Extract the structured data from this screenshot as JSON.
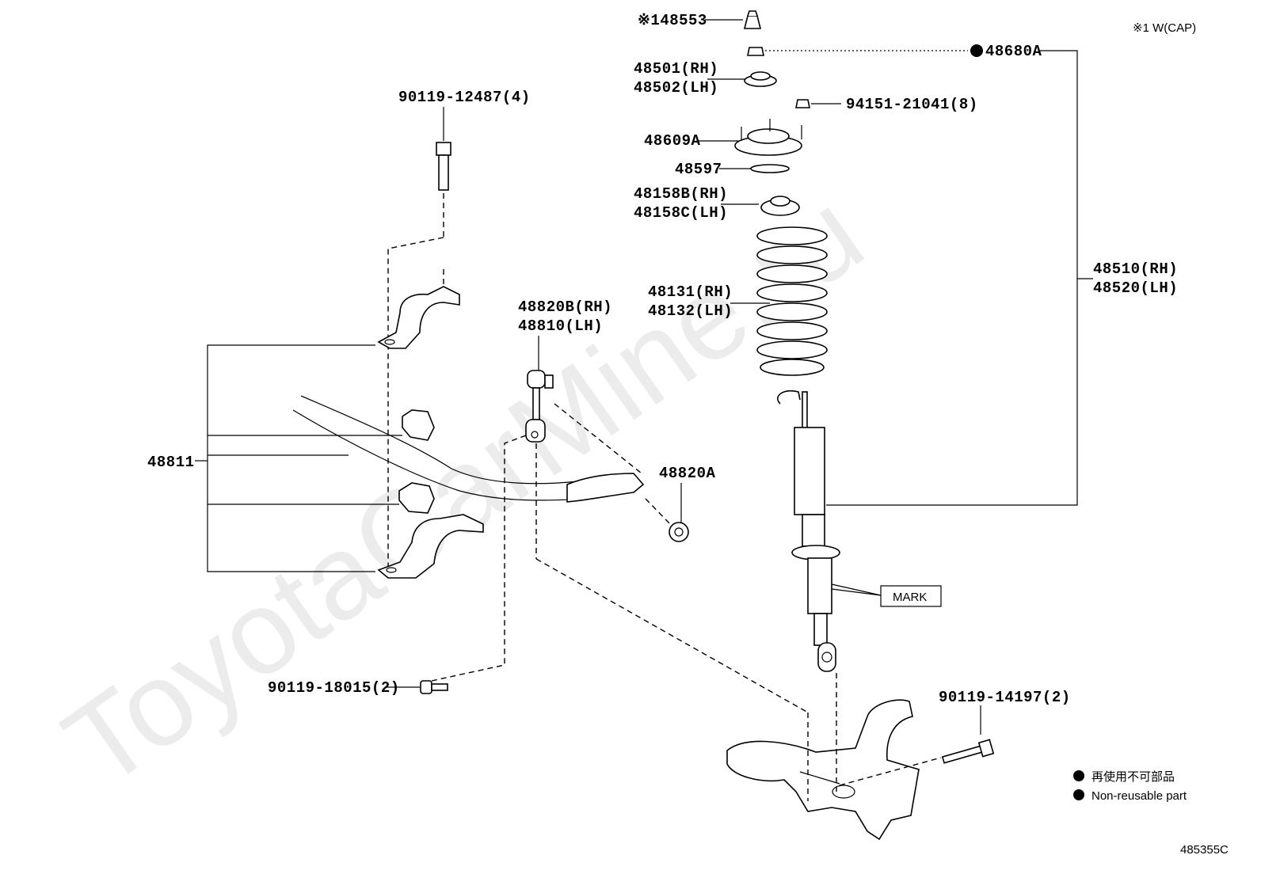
{
  "watermark": "ToyotaCarMine.ru",
  "cap_note": "※1 W(CAP)",
  "diagram_code": "485355C",
  "legend": [
    {
      "icon": "filled-circle",
      "text": "再使用不可部品"
    },
    {
      "icon": "filled-circle",
      "text": "Non-reusable part"
    }
  ],
  "mark_box_label": "MARK",
  "labels": {
    "cap_48553": "※148553",
    "nut_48680A": "48680A",
    "insulator_rh": "48501(RH)",
    "insulator_lh": "48502(LH)",
    "nut_94151": "94151-21041(8)",
    "support_48609A": "48609A",
    "seat_48597": "48597",
    "upper_insul_rh": "48158B(RH)",
    "upper_insul_lh": "48158C(LH)",
    "spring_rh": "48131(RH)",
    "spring_lh": "48132(LH)",
    "absorber_rh": "48510(RH)",
    "absorber_lh": "48520(LH)",
    "bolt_90119_12487": "90119-12487(4)",
    "link_rh": "48820B(RH)",
    "link_lh": "48810(LH)",
    "stabilizer": "48811",
    "nut_48820A": "48820A",
    "bolt_90119_18015": "90119-18015(2)",
    "bolt_90119_14197": "90119-14197(2)"
  }
}
